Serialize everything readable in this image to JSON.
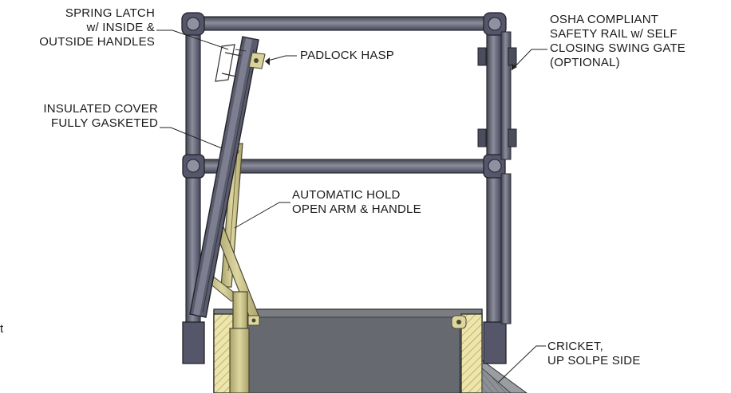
{
  "labels": {
    "spring_latch": [
      "SPRING LATCH",
      "w/ INSIDE &",
      "OUTSIDE HANDLES"
    ],
    "padlock_hasp": [
      "PADLOCK HASP"
    ],
    "osha_rail": [
      "OSHA COMPLIANT",
      "SAFETY RAIL w/ SELF",
      "CLOSING SWING GATE",
      "(OPTIONAL)"
    ],
    "insulated_cover": [
      "INSULATED COVER",
      "FULLY GASKETED"
    ],
    "hold_open_arm": [
      "AUTOMATIC HOLD",
      "OPEN ARM & HANDLE"
    ],
    "cricket": [
      "CRICKET,",
      "UP SOLPE SIDE"
    ],
    "edge_fragment": [
      "t"
    ]
  },
  "colors": {
    "rail": "#5c5d6e",
    "rail_light": "#8e8fa0",
    "brass": "#c9c28a",
    "brass_dark": "#8f8a55",
    "hatch": "#e9e1a4",
    "curb": "#5a5e63"
  }
}
